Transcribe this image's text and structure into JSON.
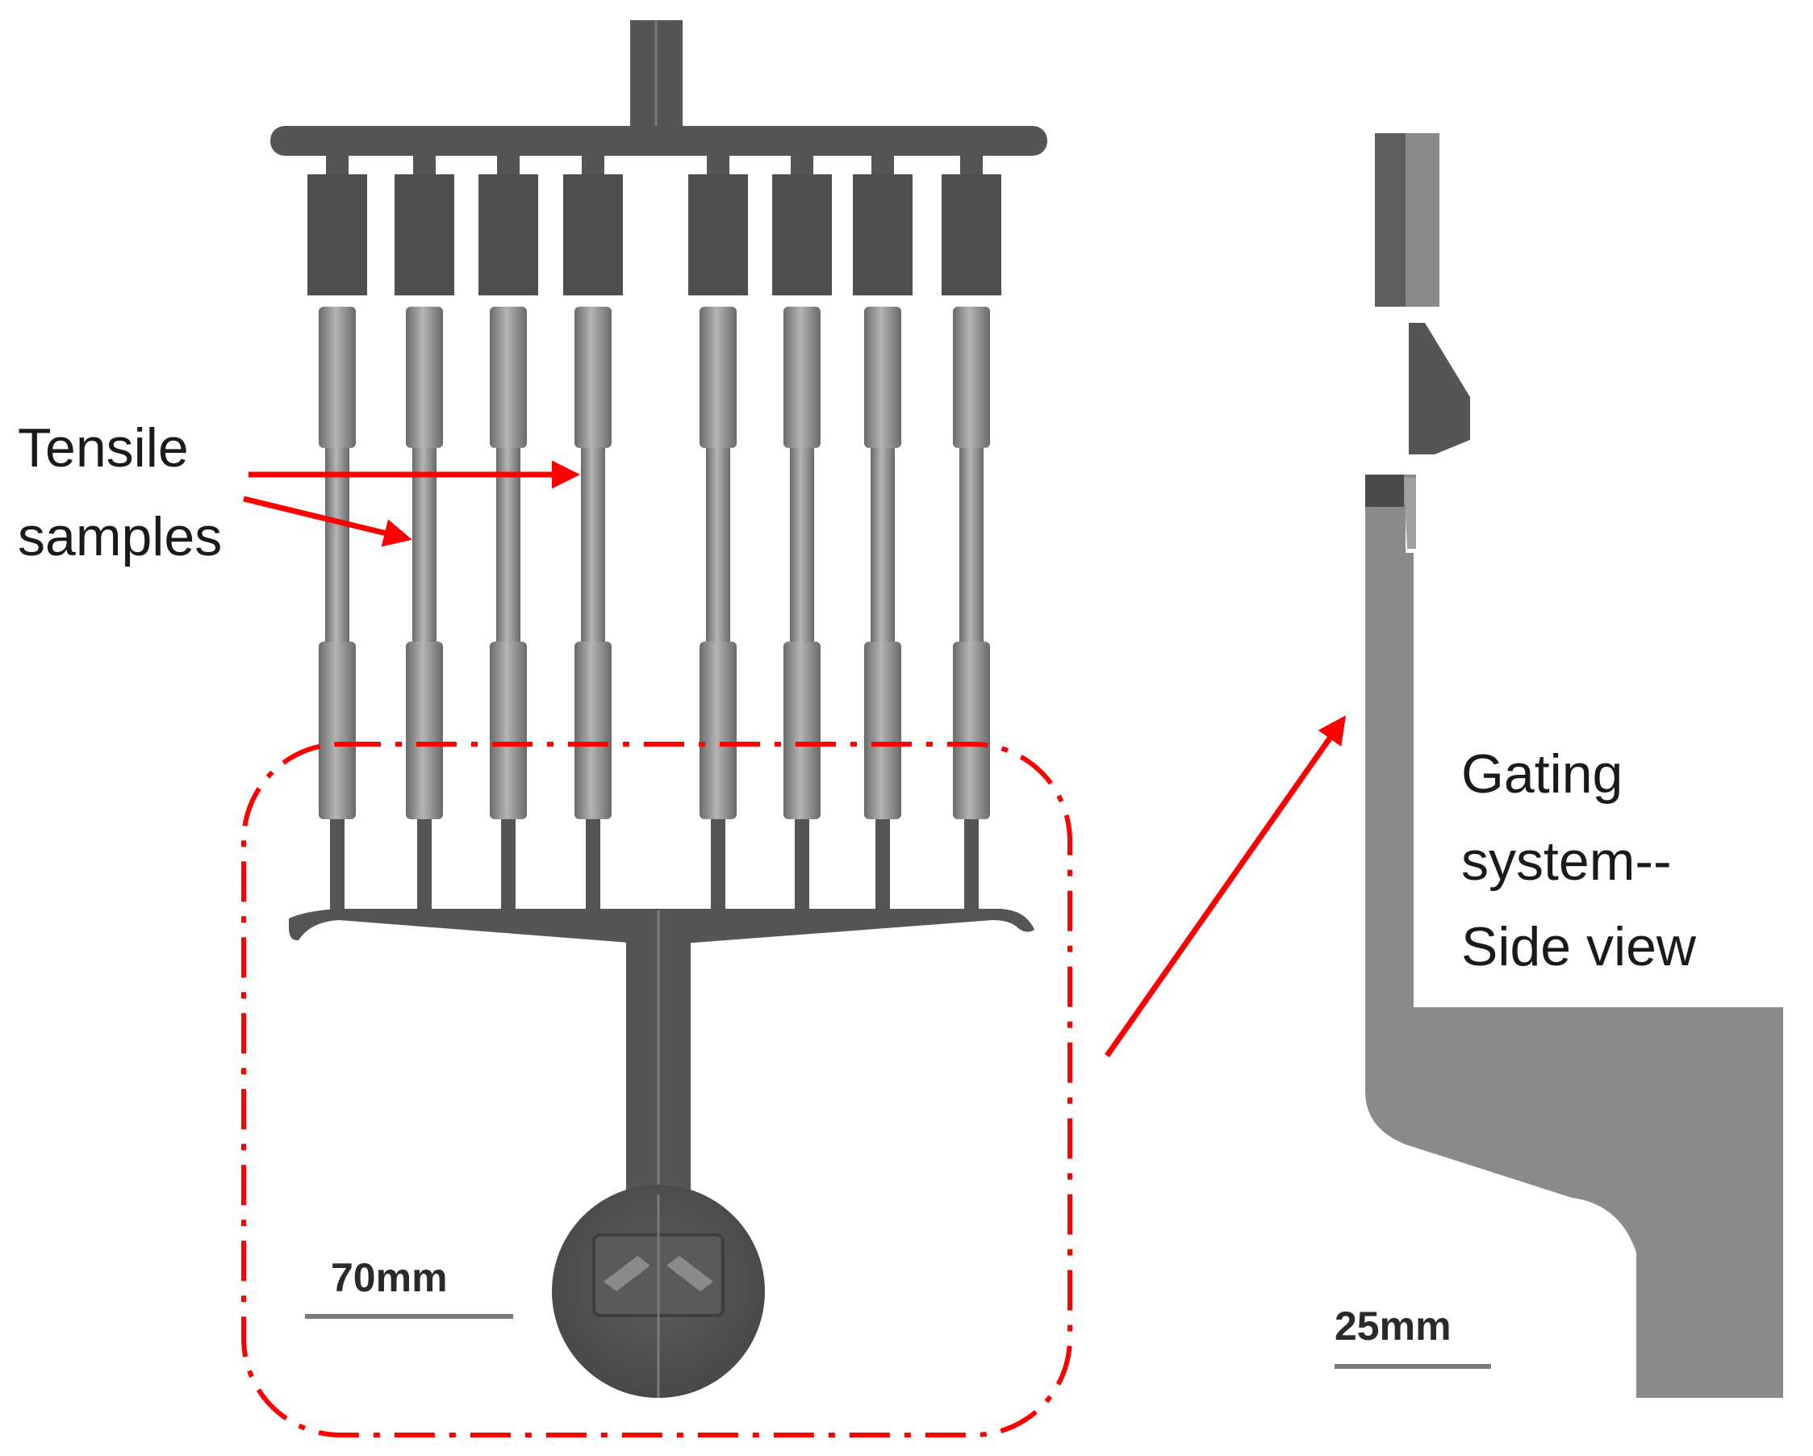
{
  "labels": {
    "tensile_line1": "Tensile",
    "tensile_line2": "samples",
    "gating_line1": "Gating",
    "gating_line2": "system--",
    "gating_line3": "Side view"
  },
  "scale_bars": {
    "front": "70mm",
    "side": "25mm"
  },
  "sample_count": 8,
  "colors": {
    "casting_dark": "#525252",
    "casting_mid": "#8a8a8a",
    "casting_light": "#a8a8a8",
    "annotation_red": "#ff0000"
  }
}
